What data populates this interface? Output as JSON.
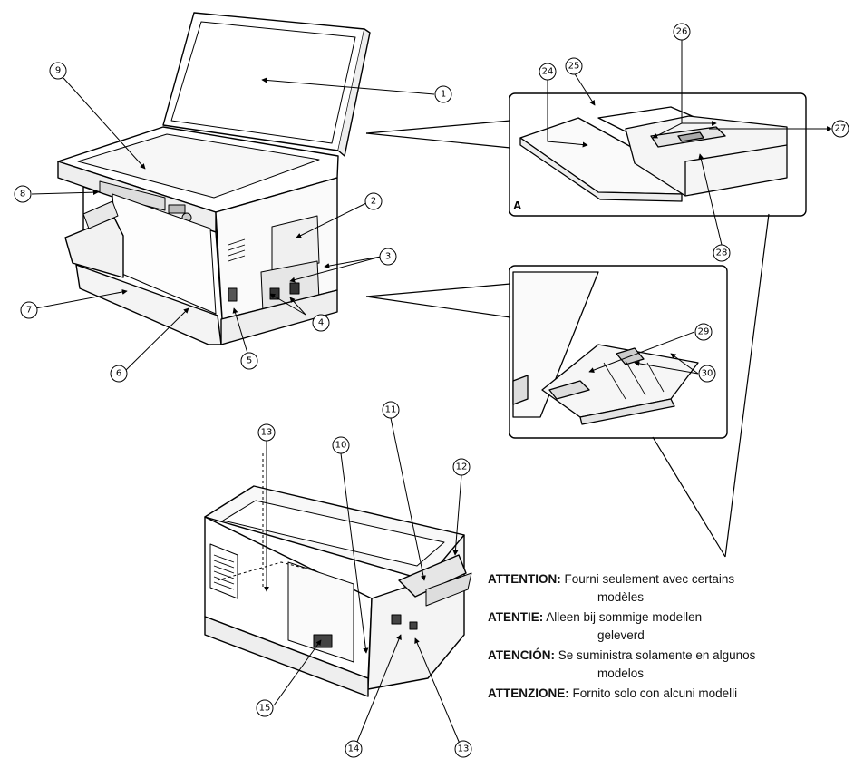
{
  "callouts": {
    "c1": "1",
    "c2": "2",
    "c3": "3",
    "c4": "4",
    "c5": "5",
    "c6": "6",
    "c7": "7",
    "c8": "8",
    "c9": "9",
    "c10": "10",
    "c11": "11",
    "c12": "12",
    "c13a": "13",
    "c13b": "13",
    "c14": "14",
    "c15": "15",
    "c24": "24",
    "c25": "25",
    "c26": "26",
    "c27": "27",
    "c28": "28",
    "c29": "29",
    "c30": "30"
  },
  "inset_a_label": "A",
  "notes": [
    {
      "label": "ATTENTION:",
      "line1": "Fourni seulement avec certains",
      "line2": "modèles"
    },
    {
      "label": "ATENTIE:",
      "line1": "Alleen bij sommige modellen",
      "line2": "geleverd"
    },
    {
      "label": "ATENCIÓN:",
      "line1": "Se suministra solamente en algunos",
      "line2": "modelos"
    },
    {
      "label": "ATTENZIONE:",
      "line1": "Fornito solo con alcuni modelli",
      "line2": ""
    }
  ]
}
